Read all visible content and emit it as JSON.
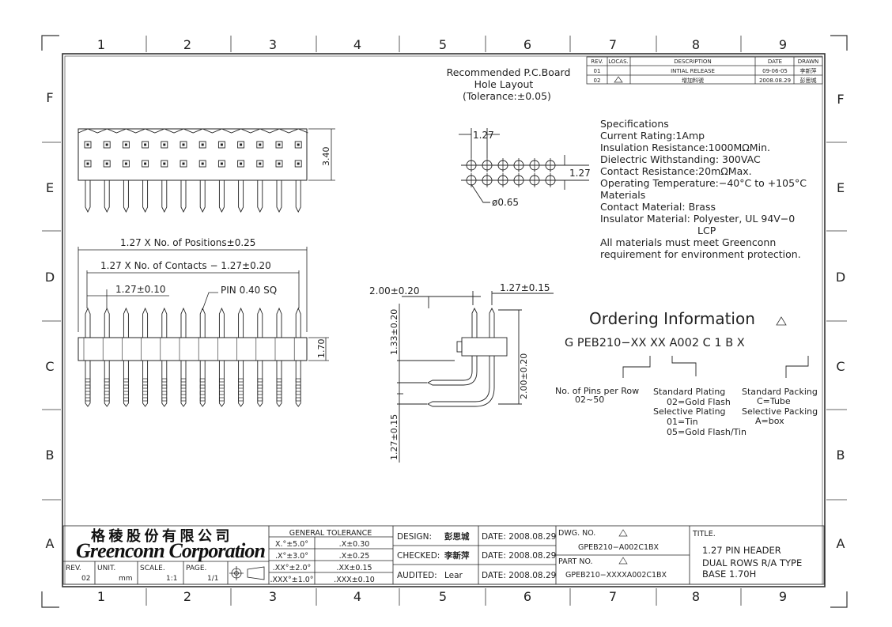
{
  "grid": {
    "cols": [
      "1",
      "2",
      "3",
      "4",
      "5",
      "6",
      "7",
      "8",
      "9"
    ],
    "rows": [
      "F",
      "E",
      "D",
      "C",
      "B",
      "A"
    ]
  },
  "revision_table": {
    "headers": [
      "REV.",
      "LOCAS.",
      "DESCRIPTION",
      "DATE",
      "DRAWN"
    ],
    "rows": [
      {
        "rev": "01",
        "locas": "",
        "description": "INTIAL RELEASE",
        "date": "09-06-05",
        "drawn": "李新萍"
      },
      {
        "rev": "02",
        "locas": "",
        "description": "增加料號",
        "date": "2008.08.29",
        "drawn": "彭思城"
      }
    ]
  },
  "hole_layout": {
    "title_line1": "Recommended P.C.Board",
    "title_line2": "Hole Layout",
    "title_line3": "(Tolerance:±0.05)",
    "dim_pitch_h": "1.27",
    "dim_pitch_v": "1.27",
    "dim_hole": "ø0.65"
  },
  "specifications": {
    "title": "Specifications",
    "lines": [
      "Current Rating:1Amp",
      "Insulation Resistance:1000MΩMin.",
      "Dielectric Withstanding:   300VAC",
      "Contact Resistance:20mΩMax.",
      "Operating Temperature:−40°C to +105°C",
      "Materials",
      "Contact Material: Brass",
      "Insulator Material: Polyester, UL 94V−0",
      "LCP",
      "All materials must meet Greenconn",
      "requirement for environment protection."
    ]
  },
  "top_view": {
    "dim_height": "3.40"
  },
  "front_view": {
    "dim_positions": "1.27 X No. of Positions±0.25",
    "dim_contacts": "1.27 X No. of Contacts − 1.27±0.20",
    "dim_pitch": "1.27±0.10",
    "pin_label": "PIN 0.40 SQ",
    "dim_base": "1.70"
  },
  "side_view": {
    "dim_offset": "2.00±0.20",
    "dim_pitch": "1.27±0.15",
    "dim_upper": "1.33±0.20",
    "dim_lower": "1.27±0.15",
    "dim_right": "2.00±0.20"
  },
  "ordering": {
    "title": "Ordering Information",
    "part_code": "G  PEB210−XX   XX   A002  C  1  B  X",
    "pins_label": "No. of Pins per Row",
    "pins_range": "02~50",
    "plating_title": "Standard Plating",
    "plating_1": "02=Gold Flash",
    "selective_title": "Selective Plating",
    "selective_1": "01=Tin",
    "selective_2": "05=Gold Flash/Tin",
    "packing_title": "Standard Packing",
    "packing_1": "C=Tube",
    "sel_packing_title": "Selective Packing",
    "sel_packing_1": "A=box"
  },
  "title_block": {
    "company_cn": "格 稜 股 份 有 限 公 司",
    "company_en": "Greenconn Corporation",
    "rev_label": "REV.",
    "rev": "02",
    "unit_label": "UNIT.",
    "unit": "mm",
    "scale_label": "SCALE.",
    "scale": "1:1",
    "page_label": "PAGE.",
    "page": "1/1",
    "tolerance_title": "GENERAL TOLERANCE",
    "tolerance": [
      [
        "X.°±5.0°",
        ".X±0.30"
      ],
      [
        ".X°±3.0°",
        ".X±0.25"
      ],
      [
        ".XX°±2.0°",
        ".XX±0.15"
      ],
      [
        ".XXX°±1.0°",
        ".XXX±0.10"
      ]
    ],
    "design_label": "DESIGN:",
    "design": "彭思城",
    "checked_label": "CHECKED:",
    "checked": "李新萍",
    "audited_label": "AUDITED:",
    "audited": "Lear",
    "date1": "DATE: 2008.08.29",
    "date2": "DATE: 2008.08.29",
    "date3": "DATE: 2008.08.29",
    "dwg_label": "DWG. NO.",
    "dwg_no": "GPEB210−A002C1BX",
    "part_label": "PART NO.",
    "part_no": "GPEB210−XXXXA002C1BX",
    "title_label": "TITLE.",
    "title_1": "1.27 PIN HEADER",
    "title_2": "DUAL ROWS R/A TYPE",
    "title_3": "BASE 1.70H"
  }
}
